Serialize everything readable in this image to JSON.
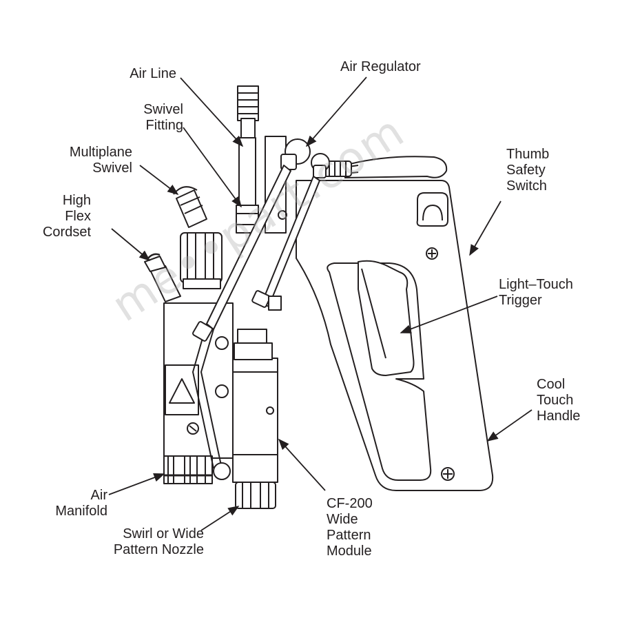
{
  "labels": {
    "air_line": [
      "Air Line"
    ],
    "air_regulator": [
      "Air Regulator"
    ],
    "swivel_fitting": [
      "Swivel",
      "Fitting"
    ],
    "multiplane_swivel": [
      "Multiplane",
      "Swivel"
    ],
    "high_flex_cordset": [
      "High",
      "Flex",
      "Cordset"
    ],
    "thumb_safety_switch": [
      "Thumb",
      "Safety",
      "Switch"
    ],
    "light_touch_trigger": [
      "Light–Touch",
      "Trigger"
    ],
    "cool_touch_handle": [
      "Cool",
      "Touch",
      "Handle"
    ],
    "air_manifold": [
      "Air",
      "Manifold"
    ],
    "swirl_nozzle": [
      "Swirl or Wide",
      "Pattern Nozzle"
    ],
    "cf200_module": [
      "CF-200",
      "Wide",
      "Pattern",
      "Module"
    ]
  },
  "watermark": "me••part.com",
  "colors": {
    "line": "#231f20",
    "background": "#ffffff"
  }
}
